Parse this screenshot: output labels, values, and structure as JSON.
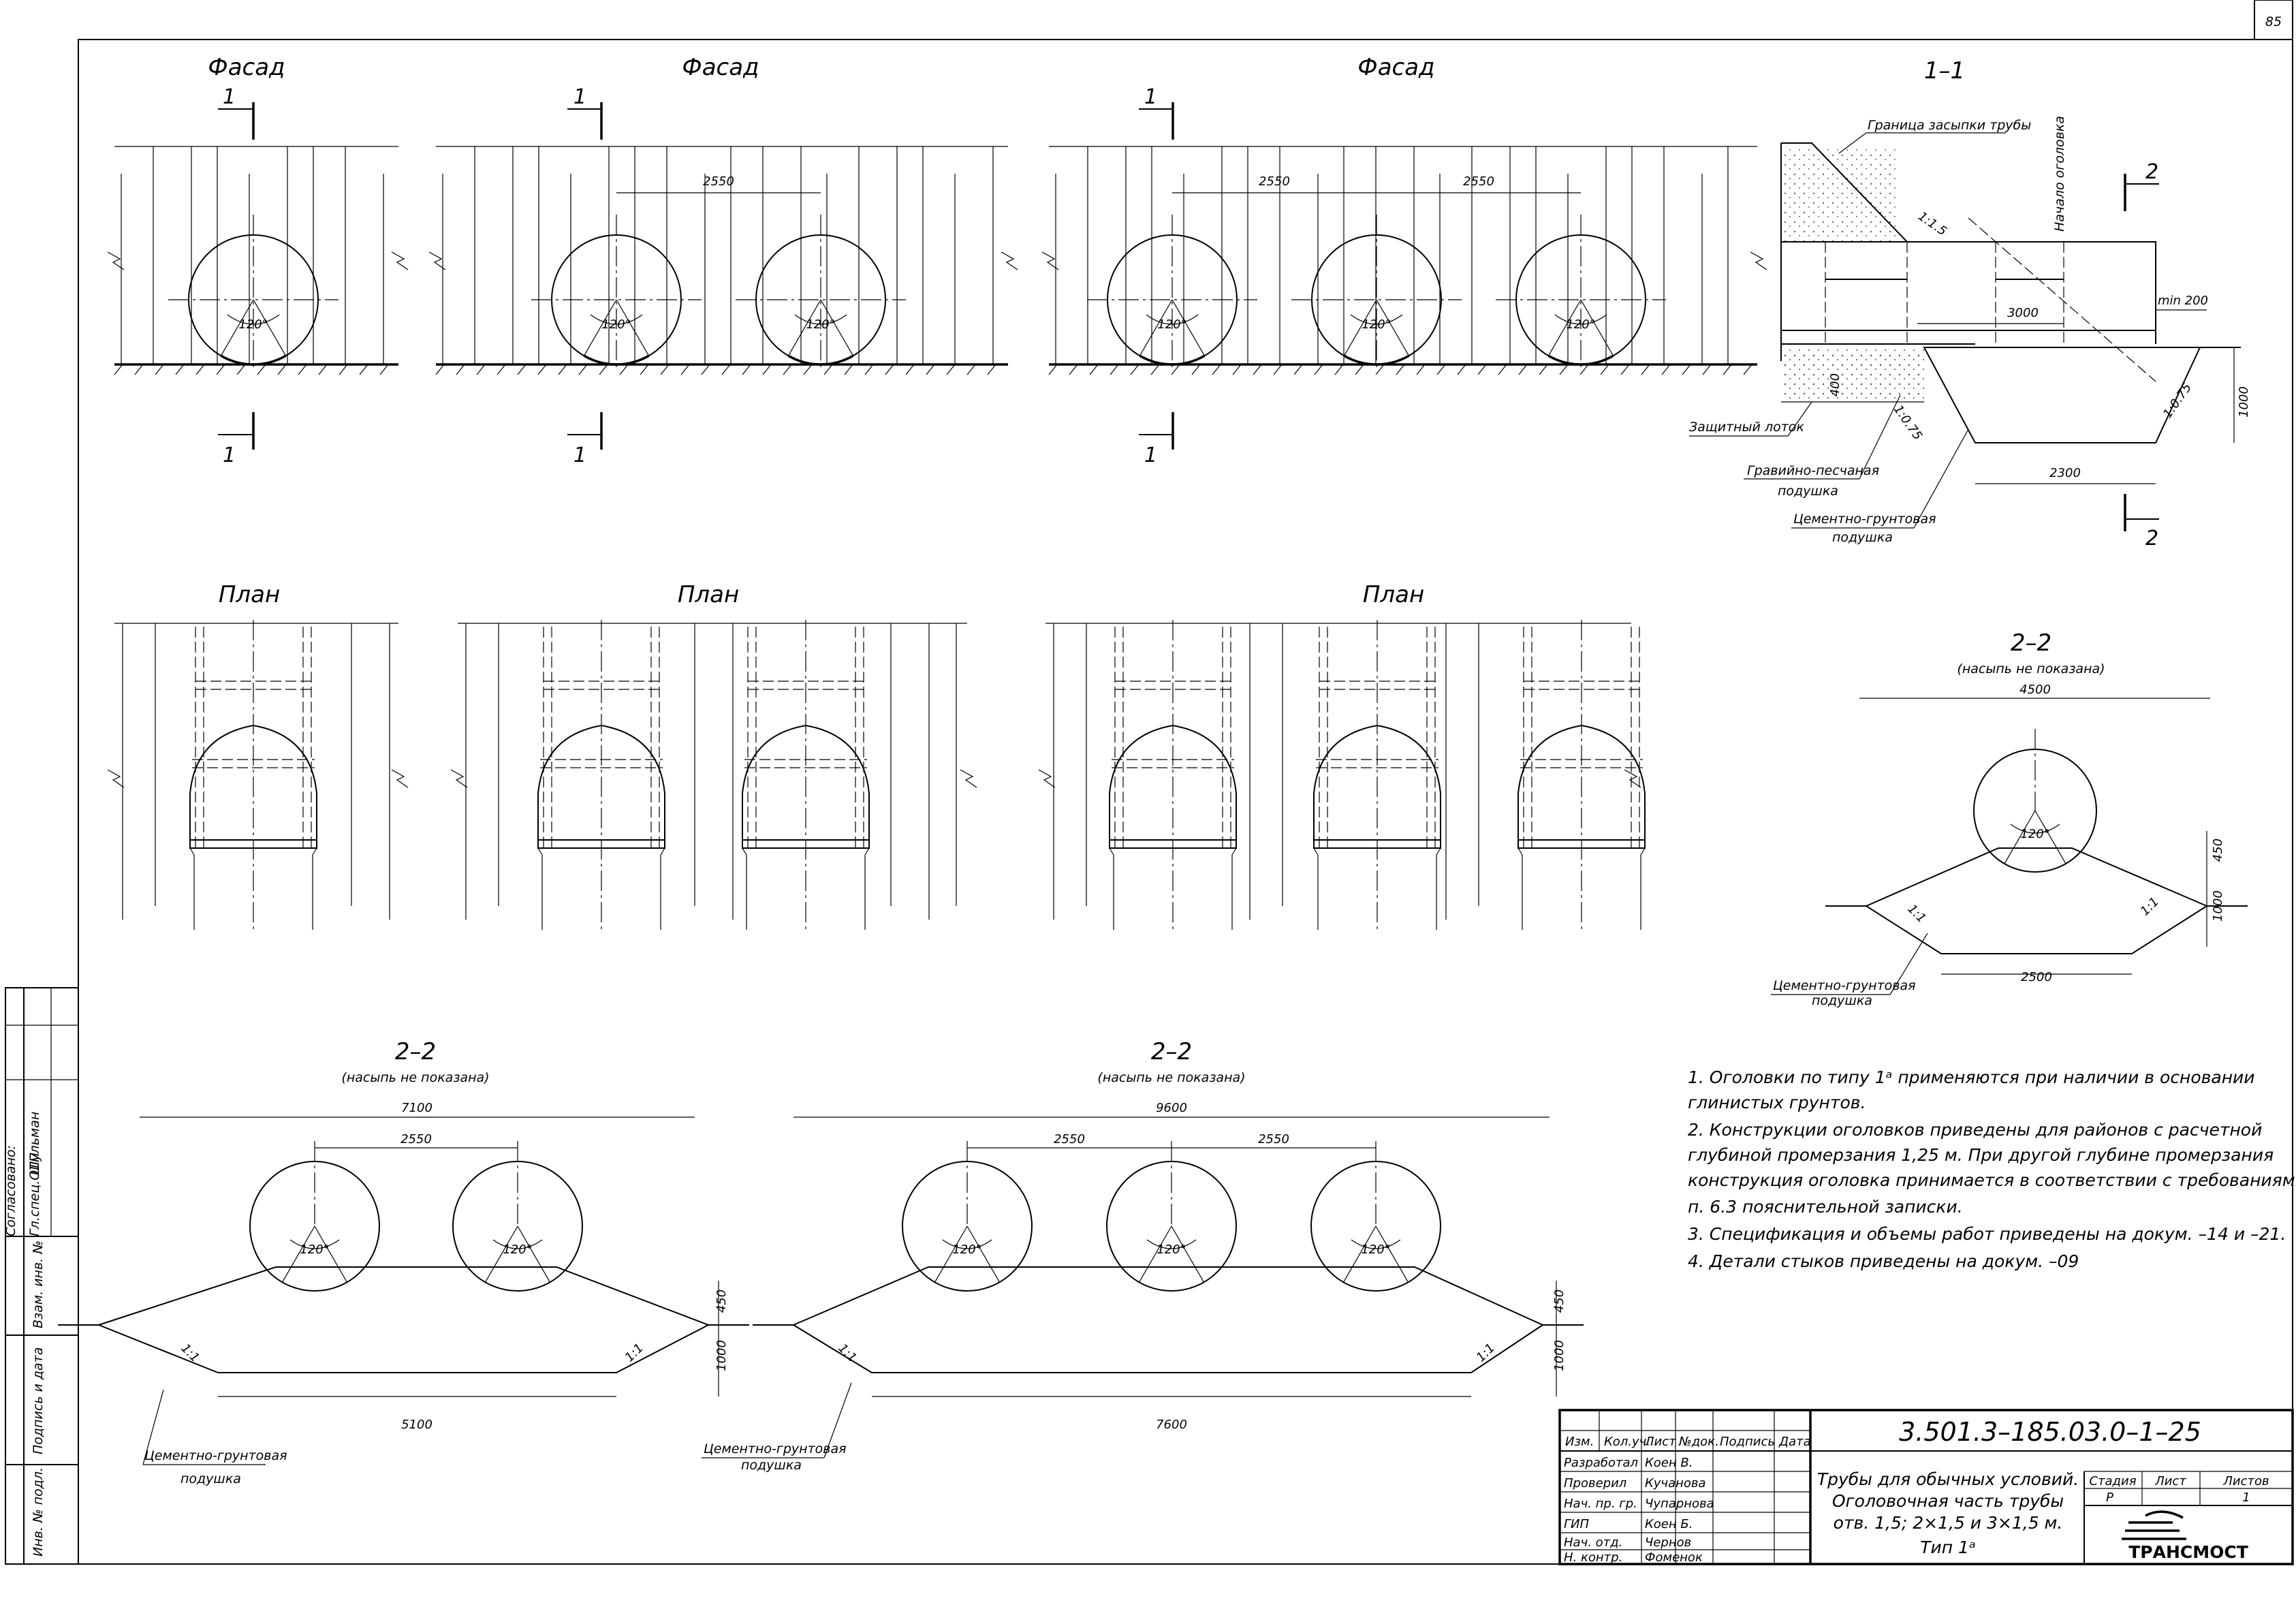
{
  "sheet_number": "85",
  "views": {
    "facade_title": "Фасад",
    "plan_title": "План",
    "section_1_1_title": "1–1",
    "section_2_2_title": "2–2",
    "section_2_2_subtitle": "(насыпь не показана)",
    "section_mark_1": "1",
    "section_mark_2": "2",
    "angle_label": "120°"
  },
  "dimensions": {
    "spacing": "2550",
    "section_1_1_length": "3000",
    "min_200": "min 200",
    "base_2300": "2300",
    "depth_400": "400",
    "height_1000": "1000",
    "slope_1_5": "1:1.5",
    "slope_1_0_75": "1:0.75",
    "width_4500": "4500",
    "base_2500": "2500",
    "width_7100": "7100",
    "base_5100": "5100",
    "width_9600": "9600",
    "base_7600": "7600",
    "height_450": "450",
    "slope_1_1": "1:1"
  },
  "labels": {
    "fill_boundary": "Граница засыпки трубы",
    "head_start": "Начало оголовка",
    "protective_tray": "Защитный лоток",
    "gravel_sand_1": "Гравийно-песчаная",
    "gravel_sand_2": "подушка",
    "cement_soil_1": "Цементно-грунтовая",
    "cement_soil_2": "подушка"
  },
  "notes": [
    "1. Оголовки по типу 1ᵃ применяются при наличии в основании",
    "глинистых грунтов.",
    "2. Конструкции оголовков приведены для районов с расчетной",
    "глубиной промерзания 1,25 м. При другой глубине промерзания",
    "конструкция оголовка принимается в соответствии с требованиями",
    "п. 6.3 пояснительной записки.",
    "3. Спецификация и объемы работ приведены на докум. –14 и –21.",
    "4. Детали стыков приведены на докум. –09"
  ],
  "side_stamp": {
    "agreed": "Согласовано:",
    "role": "Гл.спец.ОТП",
    "name": "Шульман",
    "inv_replace": "Взам. инв. №",
    "sign_date": "Подпись и дата",
    "inv_orig": "Инв. № подл."
  },
  "title_block": {
    "doc_code": "3.501.3–185.03.0–1–25",
    "header": [
      "Изм.",
      "Кол.уч.",
      "Лист",
      "№док.",
      "Подпись",
      "Дата"
    ],
    "rows": [
      {
        "role": "Разработал",
        "name": "Коен В."
      },
      {
        "role": "Проверил",
        "name": "Кучанова"
      },
      {
        "role": "Нач. пр. гр.",
        "name": "Чупарнова"
      },
      {
        "role": "ГИП",
        "name": "Коен Б."
      },
      {
        "role": "Нач. отд.",
        "name": "Чернов"
      },
      {
        "role": "Н. контр.",
        "name": "Фоменок"
      }
    ],
    "title_lines": [
      "Трубы для обычных условий.",
      "Оголовочная часть трубы",
      "отв. 1,5; 2×1,5 и 3×1,5 м.",
      "Тип 1ᵃ"
    ],
    "stage_label": "Стадия",
    "sheet_label": "Лист",
    "sheets_label": "Листов",
    "stage_value": "Р",
    "sheet_value": "",
    "sheets_value": "1",
    "company": "ТРАНСМОСТ"
  }
}
